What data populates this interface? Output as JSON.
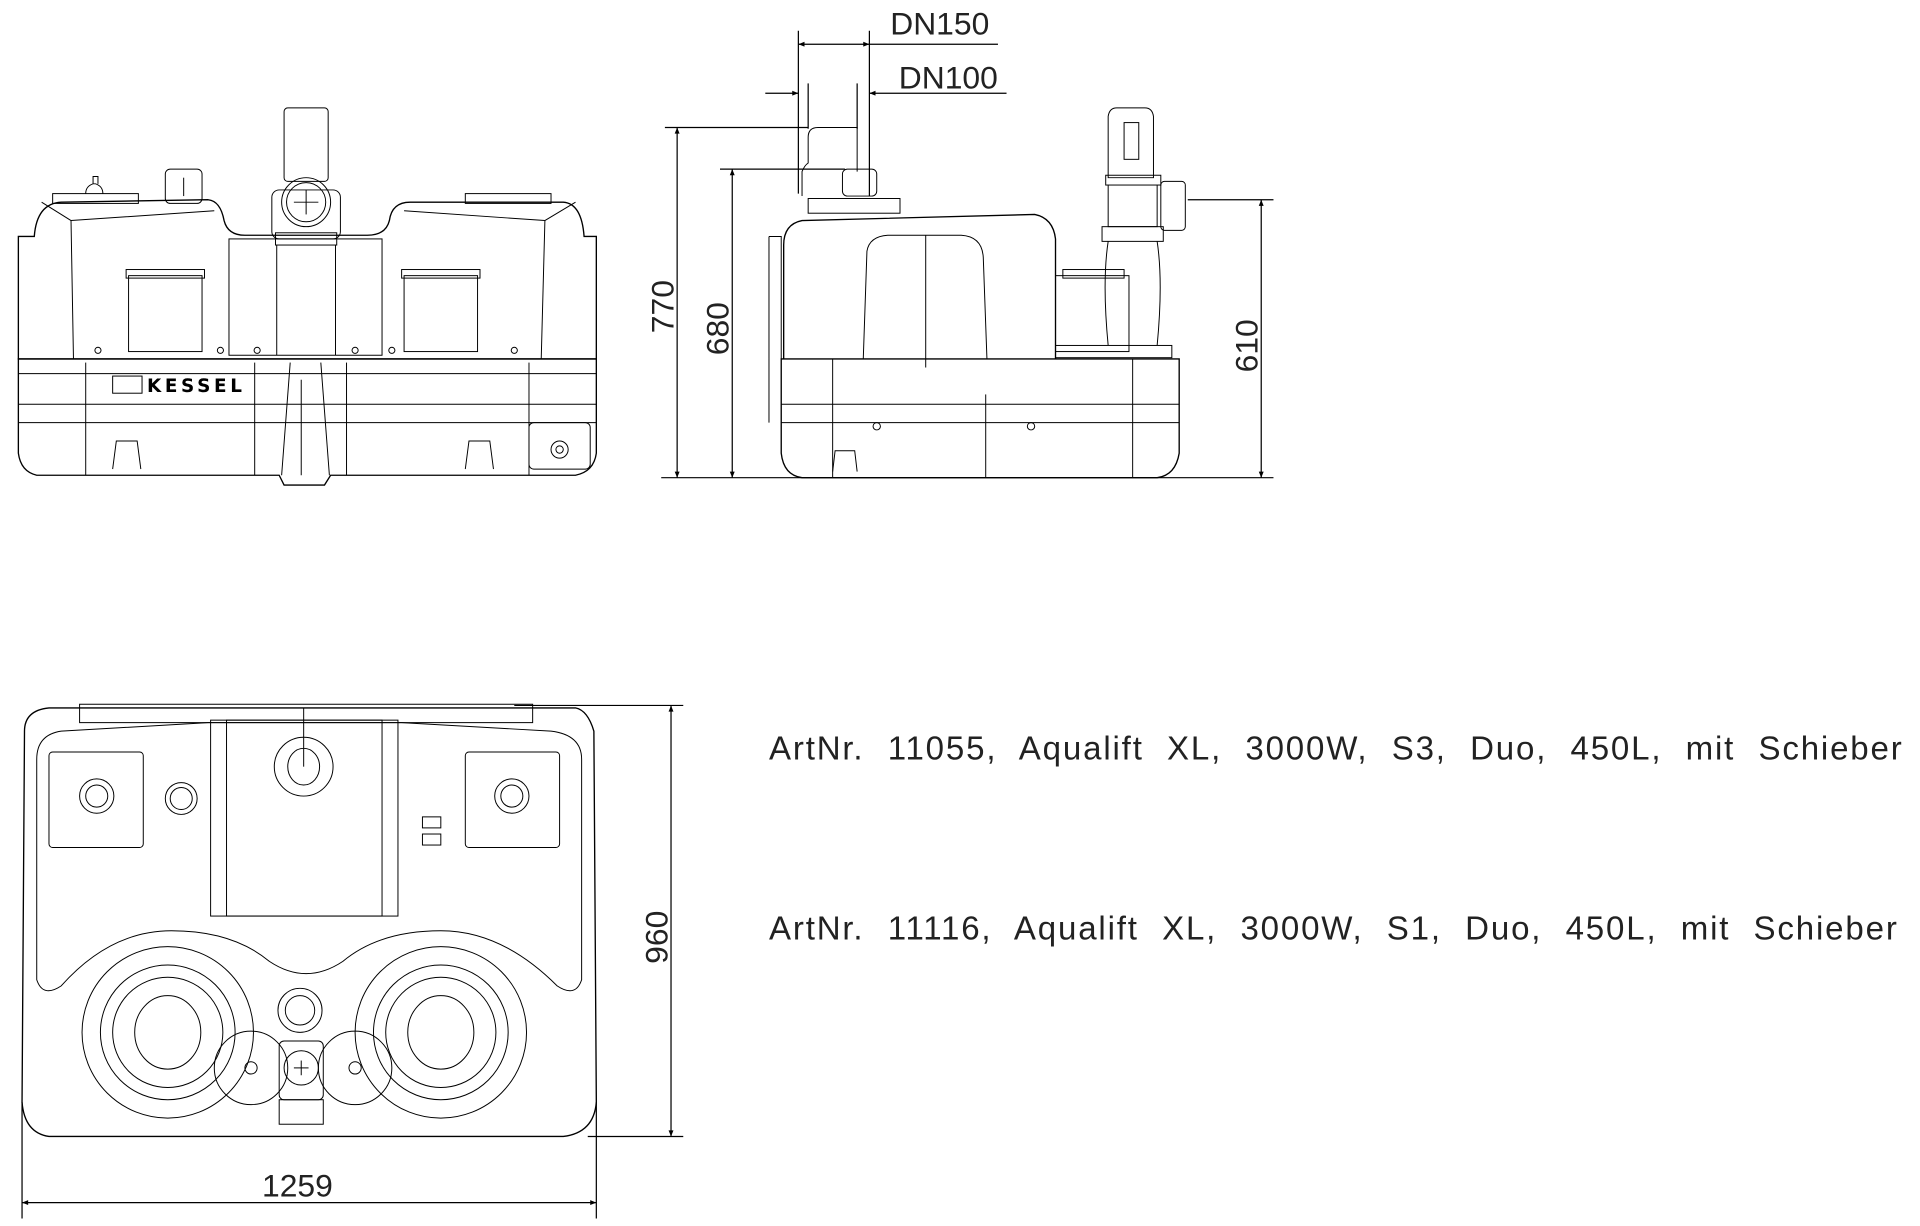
{
  "drawing": {
    "brand_logo": "KESSEL",
    "views": {
      "front": {
        "label": "front-view"
      },
      "side": {
        "label": "side-view"
      },
      "plan": {
        "label": "plan-view"
      }
    },
    "dimensions": {
      "inlet_outer": "DN150",
      "inlet_inner": "DN100",
      "height_total": "770",
      "height_inlet": "680",
      "height_outlet": "610",
      "depth": "960",
      "width": "1259"
    },
    "articles": [
      {
        "text": "ArtNr. 11055, Aqualift XL, 3000W, S3, Duo, 450L, mit Schieber"
      },
      {
        "text": "ArtNr. 11116, Aqualift XL, 3000W, S1, Duo, 450L, mit Schieber"
      }
    ]
  }
}
